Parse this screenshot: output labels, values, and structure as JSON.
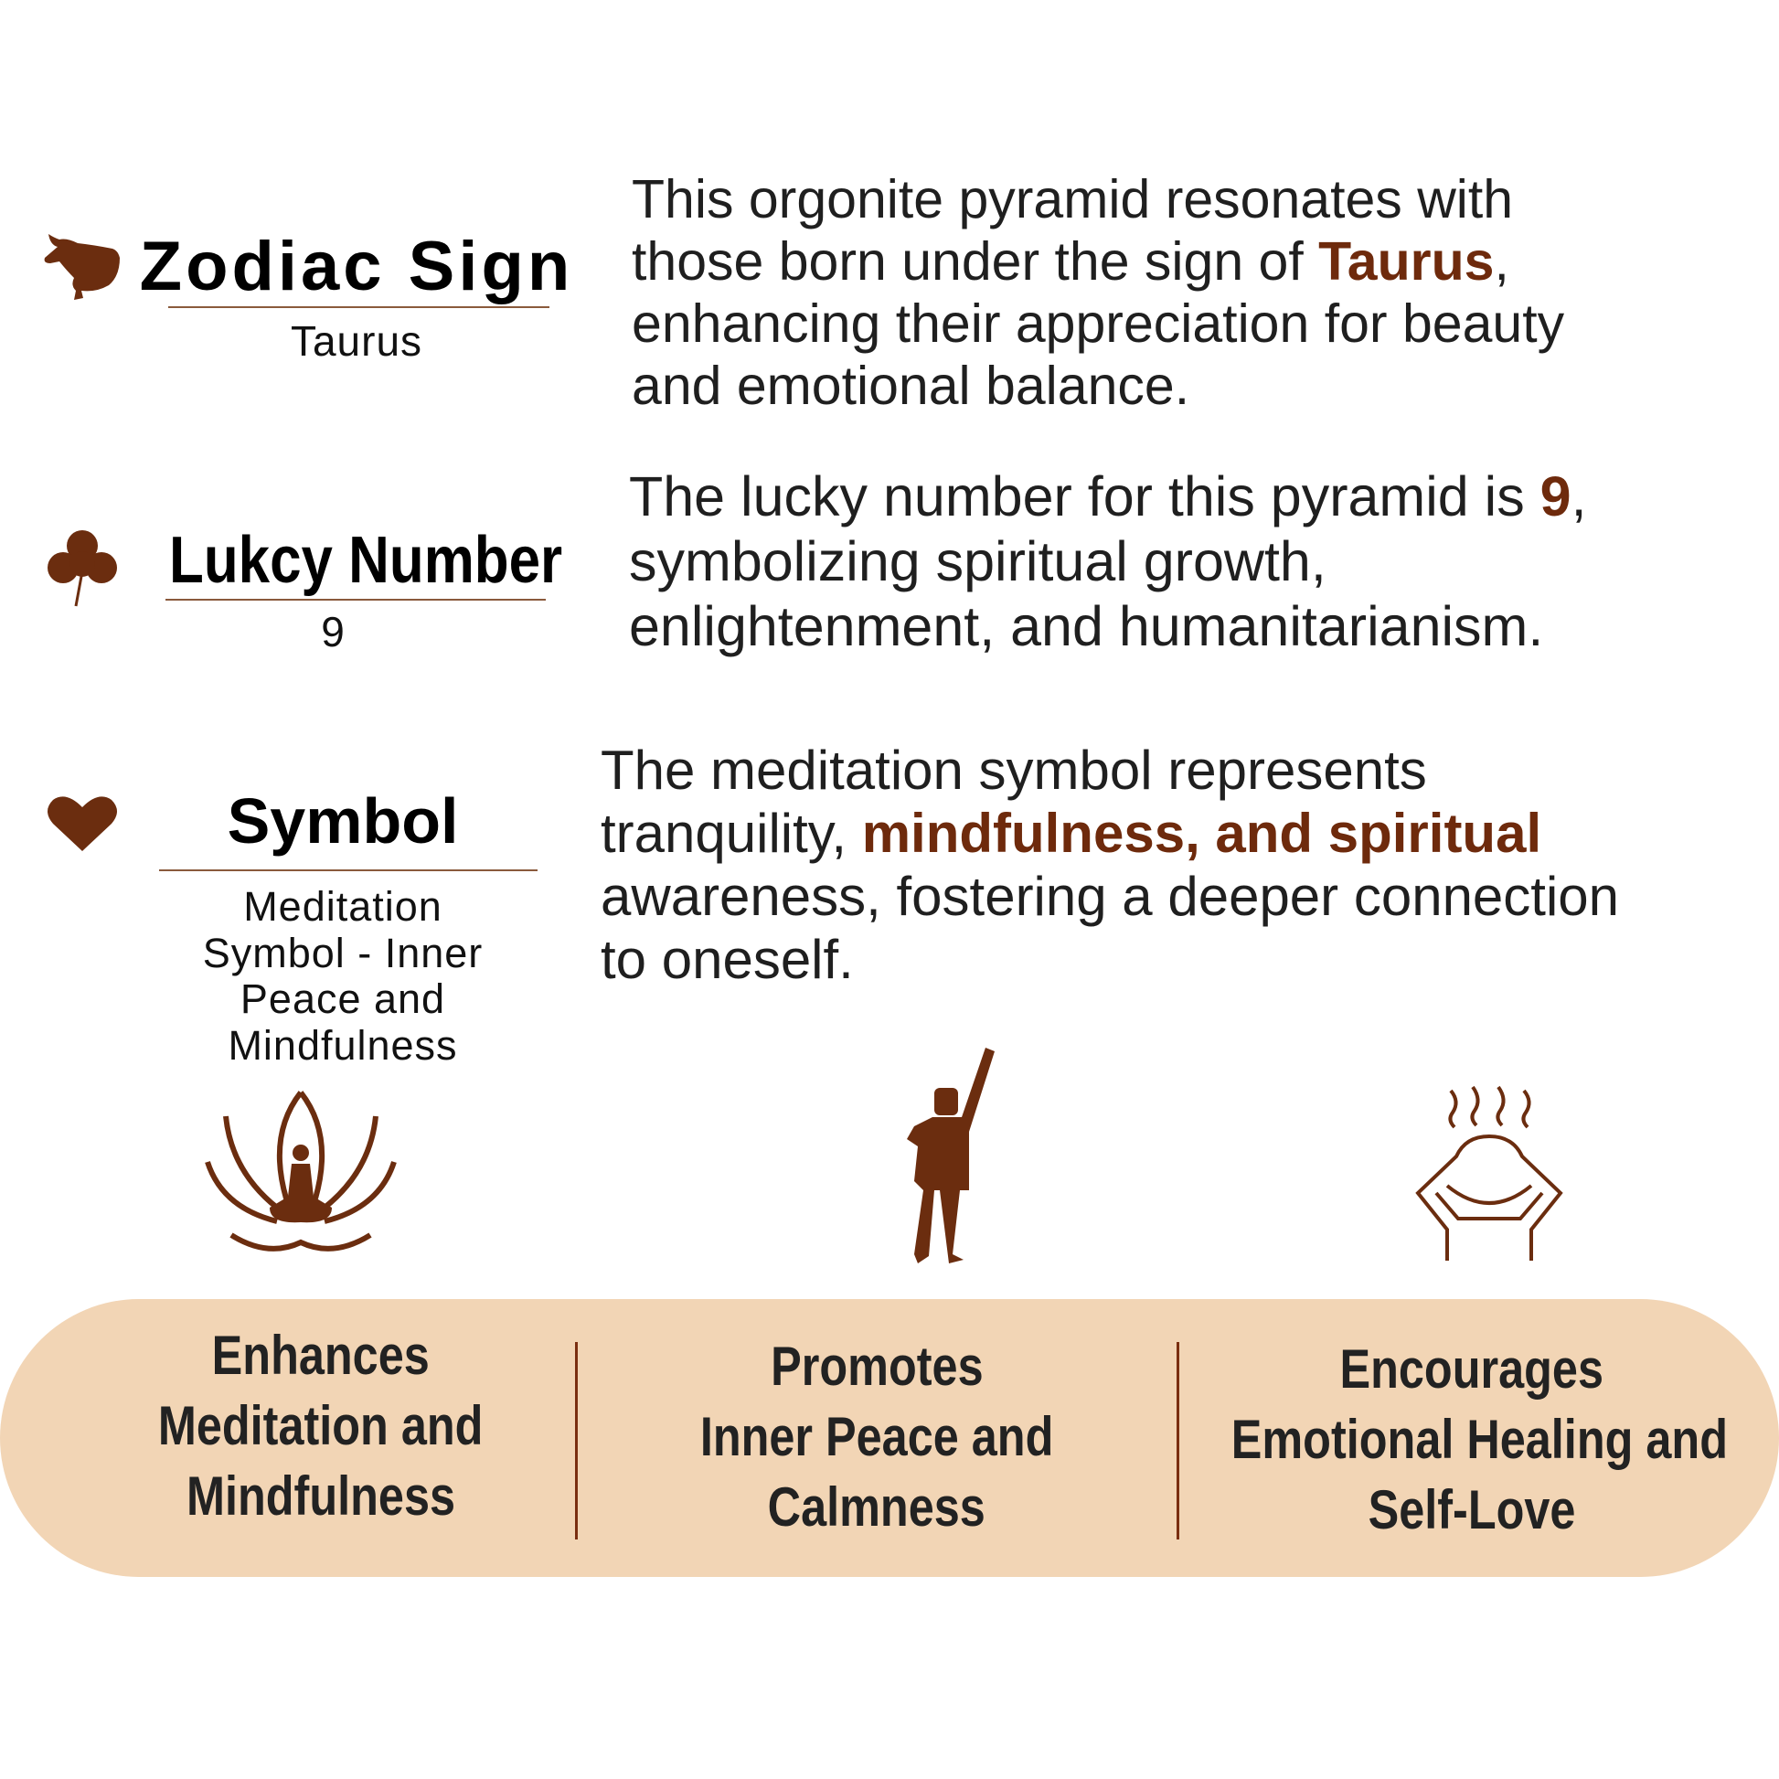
{
  "zodiac": {
    "title": "Zodiac Sign",
    "value": "Taurus",
    "description": {
      "pre": "This orgonite pyramid resonates with those born under the sign of ",
      "bold": "Taurus",
      "post": ", enhancing their appreciation for beauty and emotional balance."
    },
    "lines": [
      "This orgonite pyramid resonates with",
      "those born under the sign of ",
      "Taurus",
      ",",
      "enhancing their appreciation for beauty",
      "and emotional balance."
    ]
  },
  "lucky": {
    "title": "Lukcy Number",
    "value": "9",
    "lines": [
      "The lucky number for this pyramid is ",
      "9",
      ",",
      "symbolizing spiritual growth,",
      "enlightenment, and humanitarianism."
    ]
  },
  "symbol": {
    "title": "Symbol",
    "value_lines": [
      "Meditation",
      "Symbol - Inner",
      "Peace and",
      "Mindfulness"
    ],
    "lines": [
      "The meditation symbol represents",
      "tranquility, ",
      "mindfulness, and spiritual",
      "awareness, fostering a deeper connection",
      "to oneself."
    ]
  },
  "benefits": [
    {
      "lines": [
        "Enhances",
        "Meditation and",
        "Mindfulness"
      ],
      "icon": "lotus-meditation-icon"
    },
    {
      "lines": [
        "Promotes",
        "Inner Peace and",
        "Calmness"
      ],
      "icon": "raised-fist-man-icon"
    },
    {
      "lines": [
        "Encourages",
        "Emotional Healing and",
        "Self-Love"
      ],
      "icon": "hands-on-head-icon"
    }
  ],
  "colors": {
    "accent": "#6e2a0c",
    "pill": "#f2d5b5",
    "text": "#1f1f1f"
  }
}
